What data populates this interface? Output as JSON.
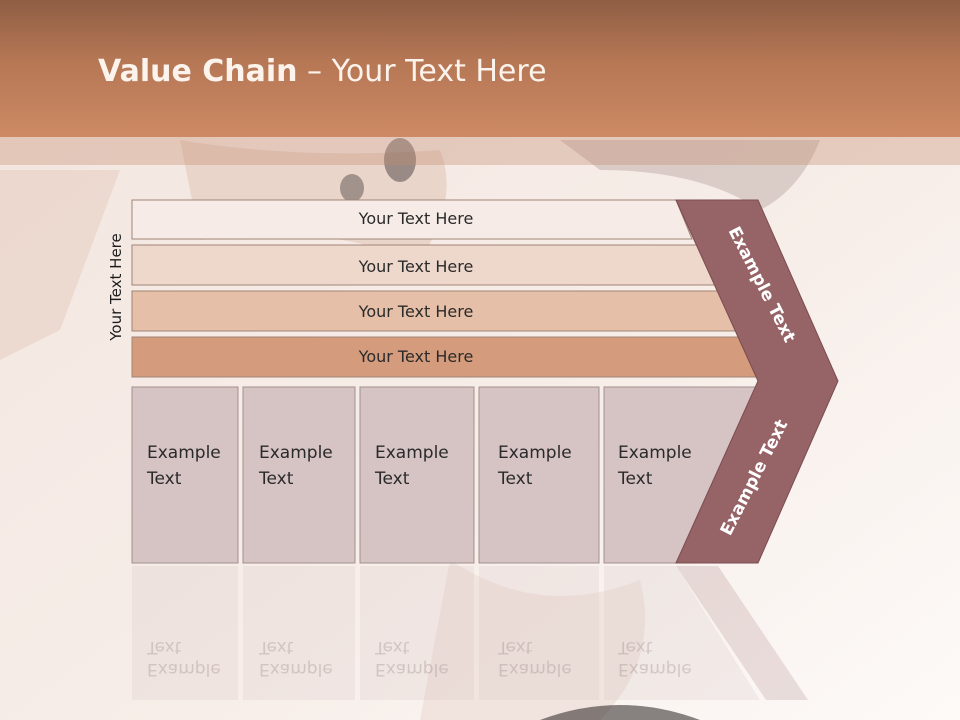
{
  "header": {
    "title_bold": "Value Chain",
    "title_rest": " – Your Text Here"
  },
  "side_label": "Your Text Here",
  "bars": [
    {
      "label": "Your Text Here",
      "color": "#f6ebe6"
    },
    {
      "label": "Your Text Here",
      "color": "#eed8cc"
    },
    {
      "label": "Your Text Here",
      "color": "#e5bfa7"
    },
    {
      "label": "Your Text Here",
      "color": "#d49c7c"
    }
  ],
  "cells": [
    {
      "line1": "Example",
      "line2": "Text"
    },
    {
      "line1": "Example",
      "line2": "Text"
    },
    {
      "line1": "Example",
      "line2": "Text"
    },
    {
      "line1": "Example",
      "line2": "Text"
    },
    {
      "line1": "Example",
      "line2": "Text"
    }
  ],
  "chevron": {
    "upper_label": "Example Text",
    "lower_label": "Example Text",
    "color": "#966367"
  },
  "colors": {
    "header": "#c0805c",
    "cell_fill": "#d6c3c4",
    "cell_stroke": "#a39090"
  }
}
